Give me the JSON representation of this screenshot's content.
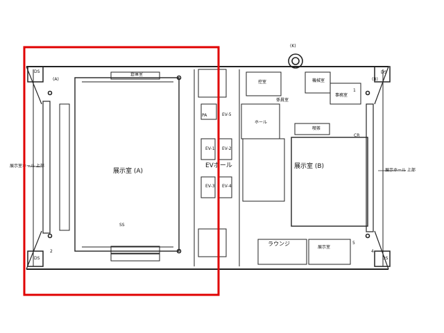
{
  "floor_plan": {
    "highlight_color": "#e00000",
    "line_color": "#222222",
    "rooms": {
      "exhibition_a": "展示室 (A)",
      "exhibition_b": "展示室 (B)",
      "ev_hall": "EVホール",
      "lounge": "ラウンジ",
      "exhibition_room": "展示室",
      "waiting_room": "控室",
      "hall_room": "ホール",
      "cafe": "喫茶",
      "machine_room": "機械室",
      "office": "事務室",
      "staff_room": "係員室",
      "storage_room": "倉庫室"
    },
    "elevators": [
      "EV-5",
      "EV-2",
      "EV-1",
      "EV-3",
      "EV-4"
    ],
    "small_labels": {
      "stage": "(K)",
      "ds_nw": "DS",
      "ds_sw": "DS",
      "ds_ne": "DS",
      "ds_se": "DS",
      "pa_1": "PA",
      "c1": "1",
      "c2": "2",
      "c4": "4",
      "c5": "5",
      "cr": "CR",
      "a": "(A)",
      "b": "(B)"
    },
    "left_vertical_text": "展示室ホール 上部",
    "right_vertical_text": "展示ホール 上部",
    "dim_ss": "SS"
  }
}
